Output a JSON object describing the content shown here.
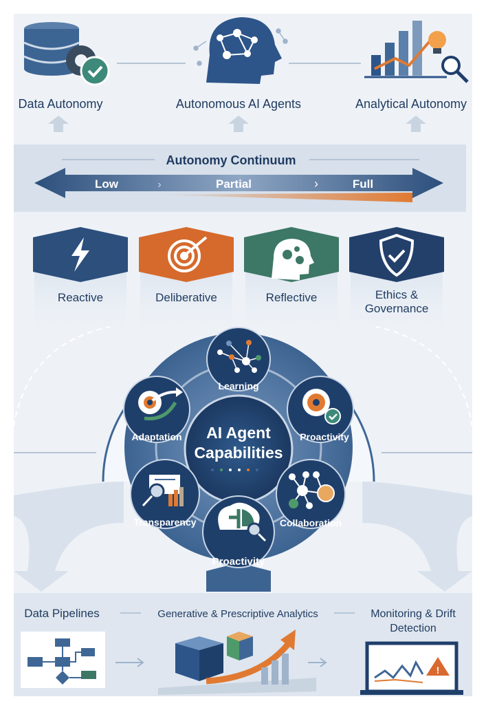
{
  "top": {
    "items": [
      {
        "label": "Data Autonomy",
        "icon": "database-gear-check-icon"
      },
      {
        "label": "Autonomous AI Agents",
        "icon": "ai-head-network-icon"
      },
      {
        "label": "Analytical Autonomy",
        "icon": "chart-lightbulb-magnifier-icon"
      }
    ]
  },
  "continuum": {
    "title": "Autonomy Continuum",
    "levels": [
      "Low",
      "Partial",
      "Full"
    ]
  },
  "agent_types": [
    {
      "label": "Reactive",
      "icon": "lightning-icon",
      "color": "#2c4f7c"
    },
    {
      "label": "Deliberative",
      "icon": "target-icon",
      "color": "#d66a2c"
    },
    {
      "label": "Reflective",
      "icon": "head-gears-icon",
      "color": "#3d7766"
    },
    {
      "label": "Ethics &",
      "label2": "Governance",
      "icon": "shield-check-icon",
      "color": "#23406b"
    }
  ],
  "capabilities": {
    "center_line1": "AI Agent",
    "center_line2": "Capabilities",
    "items": [
      {
        "label": "Learning",
        "icon": "network-icon"
      },
      {
        "label": "Adaptation",
        "icon": "gear-arrow-icon"
      },
      {
        "label": "Proactivity",
        "icon": "gear-check-icon"
      },
      {
        "label": "Transparency",
        "icon": "report-magnifier-icon"
      },
      {
        "label": "Collaboration",
        "icon": "network-nodes-icon"
      },
      {
        "label": "Proactivity",
        "icon": "brain-magnifier-icon"
      }
    ]
  },
  "bottom": {
    "items": [
      {
        "label": "Data Pipelines",
        "icon": "flowchart-icon"
      },
      {
        "label": "Generative & Prescriptive Analytics",
        "icon": "cubes-growth-arrow-icon"
      },
      {
        "label": "Monitoring & Drift",
        "label2": "Detection",
        "icon": "laptop-warning-icon"
      }
    ]
  },
  "colors": {
    "navy": "#1f3f6b",
    "blue": "#3f6796",
    "orange": "#e07a32",
    "green": "#4e9a6a",
    "bg": "#eef2f7"
  }
}
